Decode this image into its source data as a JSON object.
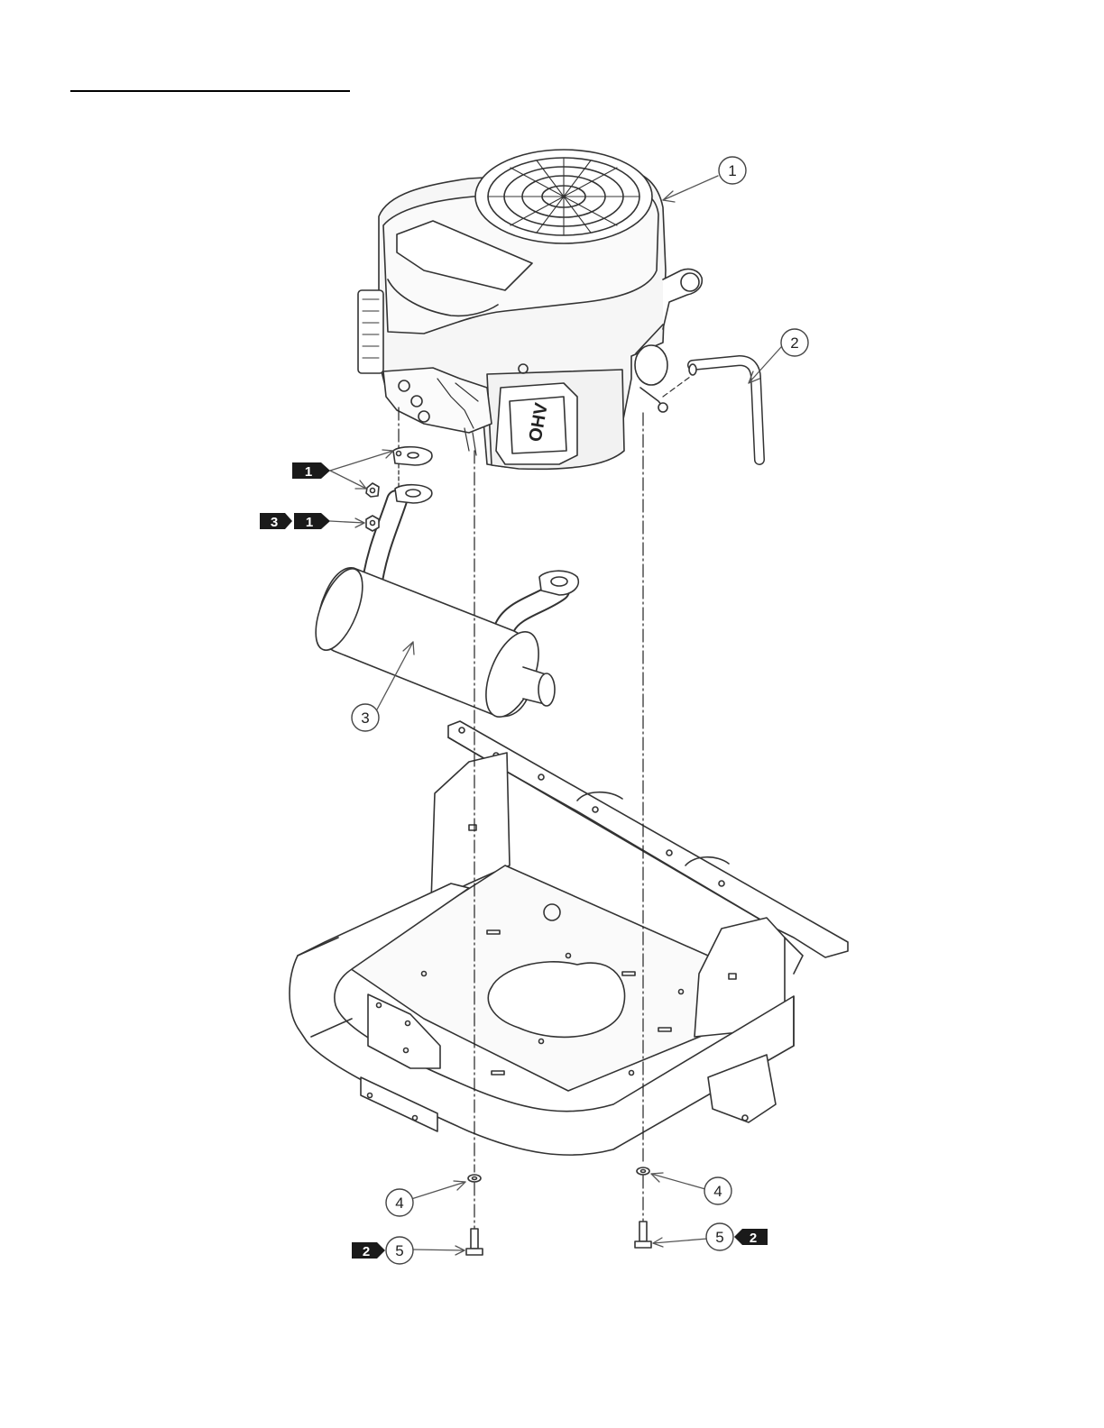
{
  "callouts": {
    "engine": "1",
    "fuel_line": "2",
    "muffler": "3",
    "washer_left": "4",
    "washer_right": "4",
    "bolt_left": "5",
    "bolt_right": "5"
  },
  "badges": {
    "gasket_note": "1",
    "nut_note_a": "3",
    "nut_note_b": "1",
    "bolt_left_note": "2",
    "bolt_right_note": "2"
  },
  "engine_label": "OHV"
}
